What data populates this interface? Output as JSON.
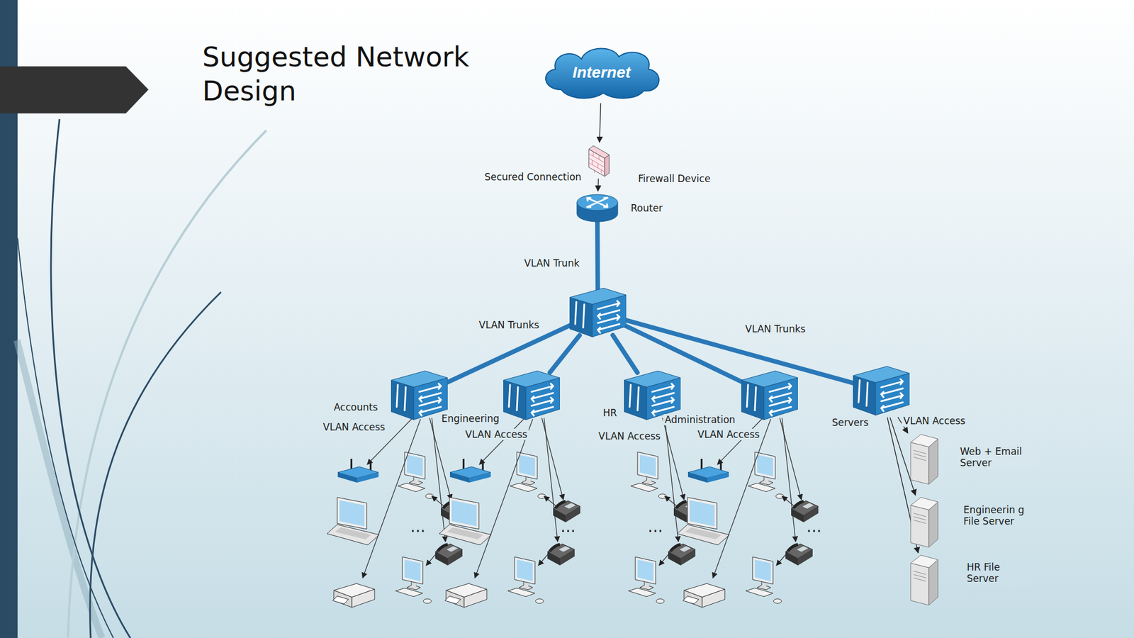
{
  "diagram": {
    "title": "Suggested Network Design",
    "nodes": [
      {
        "text": [
          "Internet"
        ]
      },
      {
        "text": [
          "Firewall Device"
        ]
      },
      {
        "text": [
          "Router"
        ]
      },
      {
        "text": []
      },
      {
        "text": [
          "Accounts",
          "VLAN Access"
        ]
      },
      {
        "text": [
          "Engineering",
          "VLAN Access"
        ]
      },
      {
        "text": [
          "HR",
          "VLAN Access"
        ]
      },
      {
        "text": [
          "Administration",
          "VLAN Access"
        ]
      },
      {
        "text": [
          "Servers",
          "VLAN Access"
        ]
      },
      {
        "text": [
          "Web + Email Server"
        ]
      },
      {
        "text": [
          "Engineerin g File Server"
        ]
      },
      {
        "text": [
          "HR File Server"
        ]
      }
    ],
    "edges": [
      {
        "from": 0,
        "to": 1,
        "arrow": "to"
      },
      {
        "from": 1,
        "to": 2,
        "label": "Secured Connection",
        "arrow": "to"
      },
      {
        "from": 2,
        "to": 3,
        "label": "VLAN Trunk",
        "arrow": "none"
      },
      {
        "from": 3,
        "to": 4,
        "label": "VLAN Trunks",
        "arrow": "none"
      },
      {
        "from": 3,
        "to": 5,
        "arrow": "none"
      },
      {
        "from": 3,
        "to": 6,
        "arrow": "none"
      },
      {
        "from": 3,
        "to": 7,
        "arrow": "none"
      },
      {
        "from": 3,
        "to": 8,
        "label": "VLAN Trunks",
        "arrow": "none"
      },
      {
        "from": 8,
        "to": 9,
        "arrow": "to"
      },
      {
        "from": 8,
        "to": 10,
        "arrow": "to"
      },
      {
        "from": 8,
        "to": 11,
        "arrow": "to"
      }
    ],
    "labels": [
      "...",
      "...",
      "...",
      "..."
    ]
  }
}
